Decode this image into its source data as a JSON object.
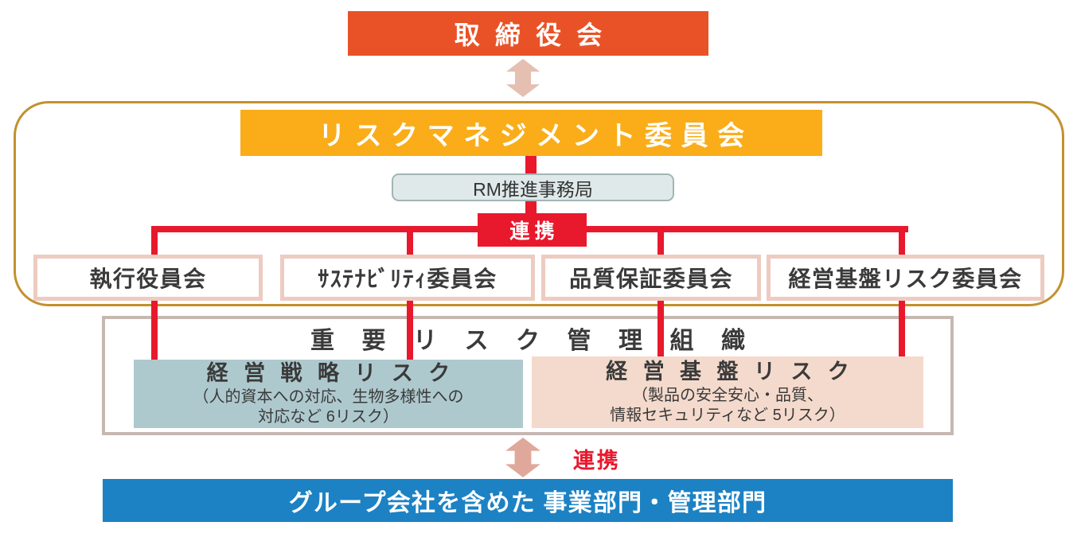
{
  "diagram": {
    "board": {
      "label": "取締役会"
    },
    "committee": {
      "label": "リスクマネジメント委員会"
    },
    "office": {
      "label": "RM推進事務局"
    },
    "cooperation_top": {
      "label": "連携"
    },
    "sub_committees": [
      {
        "label": "執行役員会"
      },
      {
        "label": "ｻｽﾃﾅﾋﾞﾘﾃｨ委員会"
      },
      {
        "label": "品質保証委員会"
      },
      {
        "label": "経営基盤リスク委員会"
      }
    ],
    "risk_org": {
      "title": "重要リスク管理組織",
      "strategy_risk": {
        "title": "経営戦略リスク",
        "line1": "（人的資本への対応、生物多様性への",
        "line2": "対応など 6リスク）"
      },
      "base_risk": {
        "title": "経営基盤リスク",
        "line1": "（製品の安全安心・品質、",
        "line2": "情報セキュリティなど 5リスク）"
      }
    },
    "cooperation_bottom": {
      "label": "連携"
    },
    "group": {
      "label": "グループ会社を含めた 事業部門・管理部門"
    },
    "colors": {
      "red": "#E8192D",
      "orange": "#E95226",
      "amber": "#FAAD19",
      "office-bg": "#DFE9E9",
      "office-border": "#A3B5B5",
      "committee-border": "#EECBC1",
      "container-border": "#C2912E",
      "org-border": "#C6B7B1",
      "teal": "#AEC9CE",
      "pink": "#F4DACC",
      "blue": "#1C82C4",
      "arrow-top": "#E5BFB2",
      "arrow-bottom": "#DFA89A",
      "text-dark": "#3A3A3A"
    }
  }
}
